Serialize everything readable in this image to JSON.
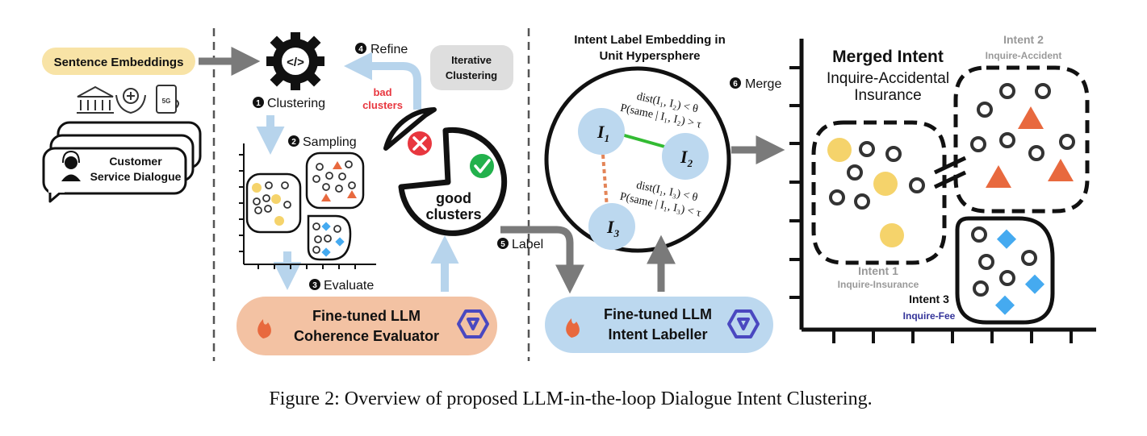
{
  "inputs": {
    "sentence_embeddings": "Sentence Embeddings",
    "customer_dialogue_line1": "Customer",
    "customer_dialogue_line2": "Service Dialogue",
    "domain_icons": [
      "bank-icon",
      "healthcare-hands-icon",
      "5g-device-icon"
    ]
  },
  "stage1": {
    "step1": "Clustering",
    "step2": "Sampling",
    "step3": "Evaluate",
    "step4": "Refine",
    "iterative_line1": "Iterative",
    "iterative_line2": "Clustering",
    "bad_line1": "bad",
    "bad_line2": "clusters",
    "good_line1": "good",
    "good_line2": "clusters",
    "evaluator_line1": "Fine-tuned LLM",
    "evaluator_line2": "Coherence Evaluator"
  },
  "stage2": {
    "step5": "Label",
    "title_line1": "Intent Label Embedding in",
    "title_line2": "Unit Hypersphere",
    "node1": "I",
    "node1_sub": "1",
    "node2": "I",
    "node2_sub": "2",
    "node3": "I",
    "node3_sub": "3",
    "cond12": [
      "dist(I₁, I₂) < θ",
      "P(same | I₁, I₂) > τ"
    ],
    "cond13": [
      "dist(I₁, I₃) < θ",
      "P(same | I₁, I₃) < τ"
    ],
    "labeller_line1": "Fine-tuned LLM",
    "labeller_line2": "Intent Labeller"
  },
  "stage3": {
    "step6": "Merge",
    "merged_title": "Merged Intent",
    "merged_line1": "Inquire-Accidental",
    "merged_line2": "Insurance",
    "intent1": "Intent 1",
    "intent1_name": "Inquire-Insurance",
    "intent2": "Intent 2",
    "intent2_name": "Inquire-Accident",
    "intent3": "Intent 3",
    "intent3_name": "Inquire-Fee"
  },
  "caption": "Figure 2: Overview of proposed LLM-in-the-loop Dialogue Intent Clustering.",
  "colors": {
    "yellow": "#f5d36b",
    "orange": "#e8693e",
    "blue_diamond": "#45aaf0",
    "light_blue_arrow": "#b7d4ec",
    "node_blue": "#bcd8ef",
    "evaluator_fill": "#f3c2a3",
    "labeller_fill": "#bcd8ef",
    "gray_arrow": "#7a7a7a",
    "bad_red": "#e8373f",
    "good_green": "#22b14c",
    "green_edge": "#33bb33",
    "orange_edge": "#e38457"
  }
}
